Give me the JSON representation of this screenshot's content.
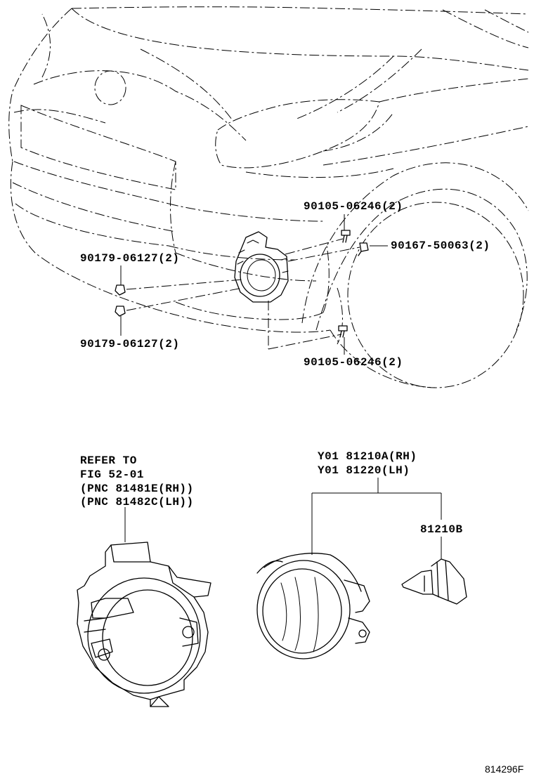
{
  "labels": {
    "bolt_top": "90105-06246(2)",
    "screw_right": "90167-50063(2)",
    "clip_upper": "90179-06127(2)",
    "clip_lower": "90179-06127(2)",
    "bolt_bottom": "90105-06246(2)",
    "bracket_ref_line1": "REFER TO",
    "bracket_ref_line2": "FIG 52-01",
    "bracket_ref_line3": "(PNC 81481E(RH))",
    "bracket_ref_line4": "(PNC 81482C(LH))",
    "foglamp_rh": "Y01 81210A(RH)",
    "foglamp_lh": "Y01 81220(LH)",
    "bulb": "81210B"
  },
  "figure_id": "814296F"
}
